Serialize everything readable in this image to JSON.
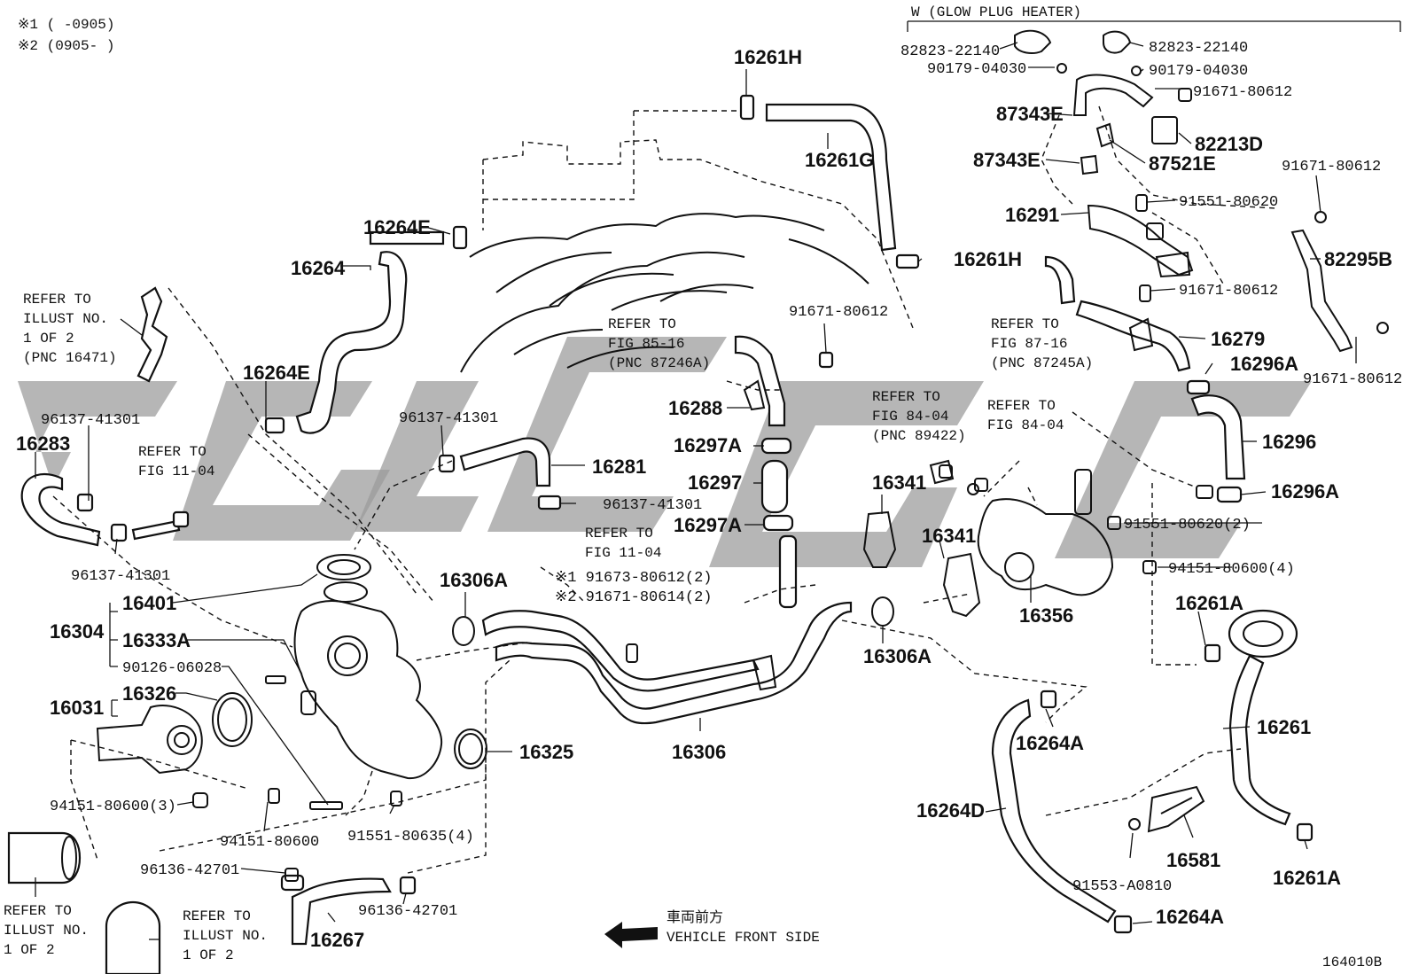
{
  "notes": {
    "note1": "※1 (        -0905)",
    "note2": "※2 (0905-        )",
    "glow_plug_header": "W (GLOW PLUG HEATER)"
  },
  "front_side": {
    "jp": "車両前方",
    "en": "VEHICLE FRONT SIDE"
  },
  "illustration_code": "164010B",
  "labels": {
    "l16261H_top": "16261H",
    "l16261G": "16261G",
    "l16264E_top": "16264E",
    "l16264": "16264",
    "l16264E_left": "16264E",
    "l16261H_mid": "16261H",
    "l96137_a": "96137-41301",
    "l16283": "16283",
    "l96137_b": "96137-41301",
    "l96137_c": "96137-41301",
    "l16281": "16281",
    "l96137_d": "96137-41301",
    "l16288": "16288",
    "l91671_mid": "91671-80612",
    "l16297A_a": "16297A",
    "l16297": "16297",
    "l16297A_b": "16297A",
    "l16341_a": "16341",
    "l16341_b": "16341",
    "l16356": "16356",
    "l16306A_a": "16306A",
    "l16306A_b": "16306A",
    "l91673": "※1 91673-80612(2)",
    "l91671_80614": "※2 91671-80614(2)",
    "l16401": "16401",
    "l16304": "16304",
    "l16333A": "16333A",
    "l90126": "90126-06028",
    "l16031": "16031",
    "l16326": "16326",
    "l16325": "16325",
    "l16306": "16306",
    "l94151_3": "94151-80600(3)",
    "l94151_single": "94151-80600",
    "l91551_4": "91551-80635(4)",
    "l96136_a": "96136-42701",
    "l96136_b": "96136-42701",
    "l16267": "16267",
    "l82823_a": "82823-22140",
    "l82823_b": "82823-22140",
    "l90179_a": "90179-04030",
    "l90179_b": "90179-04030",
    "l91671_r1": "91671-80612",
    "l87343E_a": "87343E",
    "l82213D": "82213D",
    "l87343E_b": "87343E",
    "l87521E": "87521E",
    "l91671_r2": "91671-80612",
    "l91551_80620": "91551-80620",
    "l16291": "16291",
    "l82295B": "82295B",
    "l91671_r3": "91671-80612",
    "l91671_r4": "91671-80612",
    "l16279": "16279",
    "l16296A_a": "16296A",
    "l16296": "16296",
    "l16296A_b": "16296A",
    "l91551_2": "91551-80620(2)",
    "l94151_4": "94151-80600(4)",
    "l16261A_a": "16261A",
    "l16261": "16261",
    "l16261A_b": "16261A",
    "l16264A_a": "16264A",
    "l16264D": "16264D",
    "l16581": "16581",
    "l91553": "91553-A0810",
    "l16264A_b": "16264A"
  },
  "refs": {
    "ref_illust_top": [
      "REFER TO",
      "ILLUST NO.",
      "1 OF 2",
      "(PNC 16471)"
    ],
    "ref_fig_11_a": [
      "REFER TO",
      "FIG 11-04"
    ],
    "ref_fig_85": [
      "REFER TO",
      "FIG 85-16",
      "(PNC 87246A)"
    ],
    "ref_fig_84_a": [
      "REFER TO",
      "FIG 84-04",
      "(PNC 89422)"
    ],
    "ref_fig_84_b": [
      "REFER TO",
      "FIG 84-04"
    ],
    "ref_fig_87": [
      "REFER TO",
      "FIG 87-16",
      "(PNC 87245A)"
    ],
    "ref_fig_11_b": [
      "REFER TO",
      "FIG 11-04"
    ],
    "ref_illust_bl": [
      "REFER TO",
      "ILLUST NO.",
      "1 OF 2"
    ],
    "ref_illust_bm": [
      "REFER TO",
      "ILLUST NO.",
      "1 OF 2"
    ]
  },
  "icons": {
    "arrow": "front-arrow-icon",
    "watermark": "watermark-logo"
  },
  "colors": {
    "line": "#111111",
    "watermark": "#9a9a9a",
    "background": "#ffffff"
  }
}
